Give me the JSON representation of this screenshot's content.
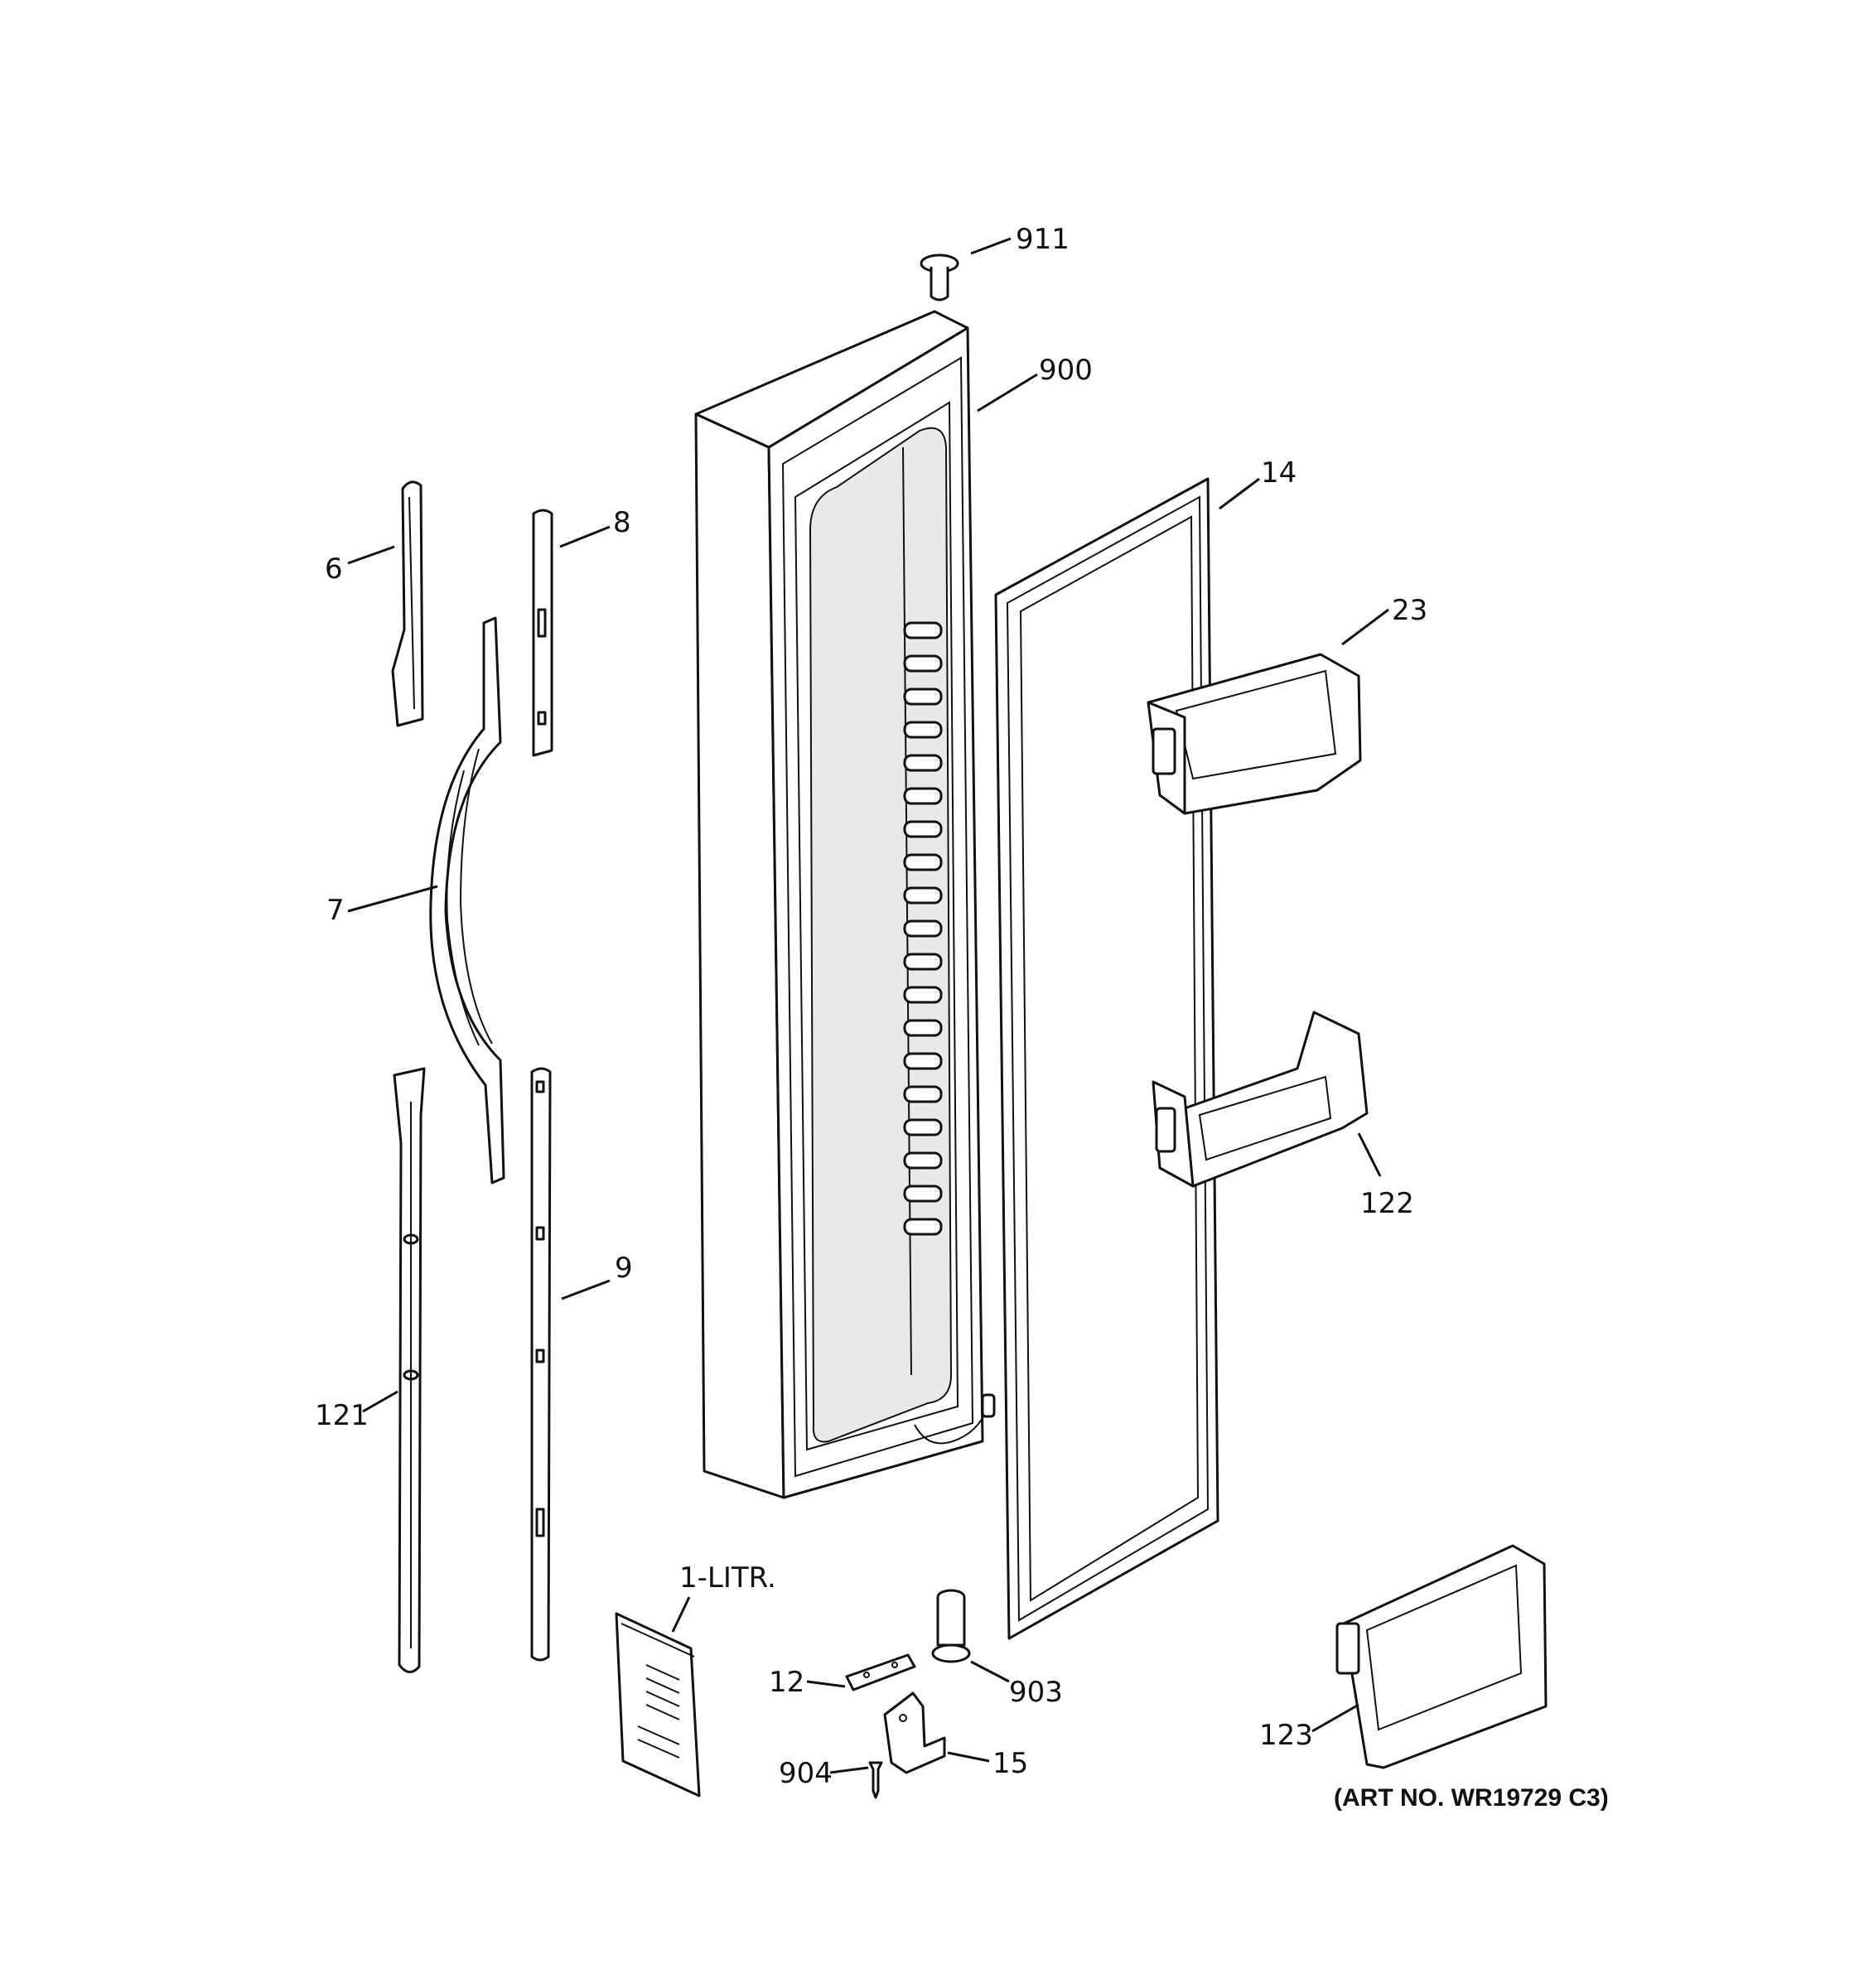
{
  "diagram": {
    "part_labels": {
      "p911": "911",
      "p900": "900",
      "p14": "14",
      "p23": "23",
      "p6": "6",
      "p8": "8",
      "p7": "7",
      "p122": "122",
      "p9": "9",
      "p121": "121",
      "p1litr": "1-LITR.",
      "p12": "12",
      "p903": "903",
      "p904": "904",
      "p15": "15",
      "p123": "123"
    },
    "art_number": "(ART NO. WR19729 C3)"
  }
}
